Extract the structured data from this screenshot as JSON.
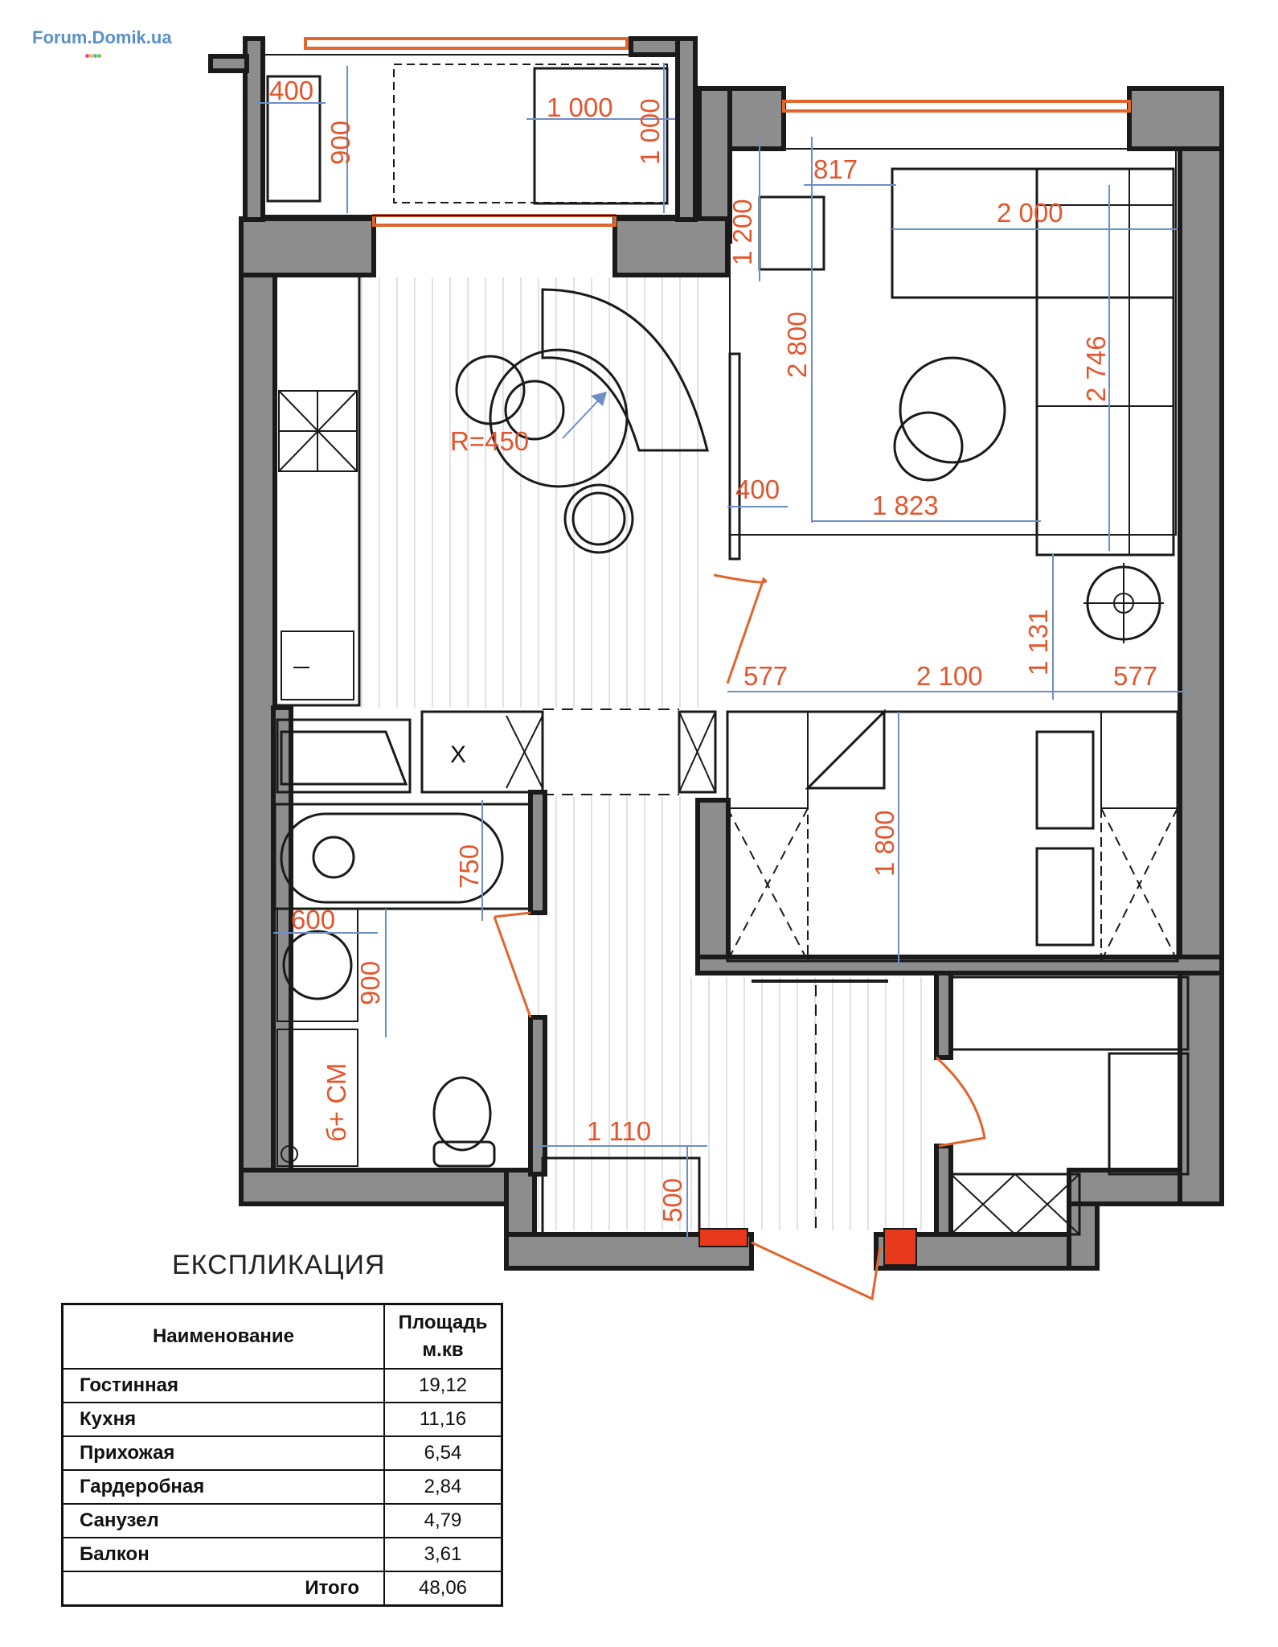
{
  "watermark": {
    "text": "Forum.Domik.ua",
    "dot_colors": [
      "#e84b9a",
      "#f2c230",
      "#4bb3e8",
      "#7ac943"
    ]
  },
  "colors": {
    "wall": "#8d8d8d",
    "dimension": "#e2562e",
    "dimension_line": "#6d8fc6",
    "door": "#e2652e"
  },
  "dimensions": {
    "balcony_400": "400",
    "balcony_900": "900",
    "balcony_1000_h": "1 000",
    "balcony_1000_v": "1 000",
    "desk_817": "817",
    "desk_1200": "1 200",
    "sofa_2000": "2 000",
    "tv_2800": "2 800",
    "sofa_2746": "2 746",
    "kitchen_r450": "R=450",
    "tv_400": "400",
    "table_1823": "1 823",
    "living_1131": "1 131",
    "bed_577_left": "577",
    "bed_2100": "2 100",
    "bed_577_right": "577",
    "bed_1800": "1 800",
    "bath_750": "750",
    "sink_600": "600",
    "sink_900": "900",
    "washer_label": "б+ СМ",
    "hall_1110": "1 110",
    "hall_500": "500",
    "cabinet_x": "X"
  },
  "explication": {
    "caption": "ЕКСПЛИКАЦИЯ",
    "header_name": "Наименование",
    "header_area_line1": "Площадь",
    "header_area_line2": "м.кв",
    "rows": [
      {
        "name": "Гостинная",
        "area": "19,12"
      },
      {
        "name": "Кухня",
        "area": "11,16"
      },
      {
        "name": "Прихожая",
        "area": "6,54"
      },
      {
        "name": "Гардеробная",
        "area": "2,84"
      },
      {
        "name": "Санузел",
        "area": "4,79"
      },
      {
        "name": "Балкон",
        "area": "3,61"
      }
    ],
    "total_label": "Итого",
    "total_value": "48,06"
  }
}
